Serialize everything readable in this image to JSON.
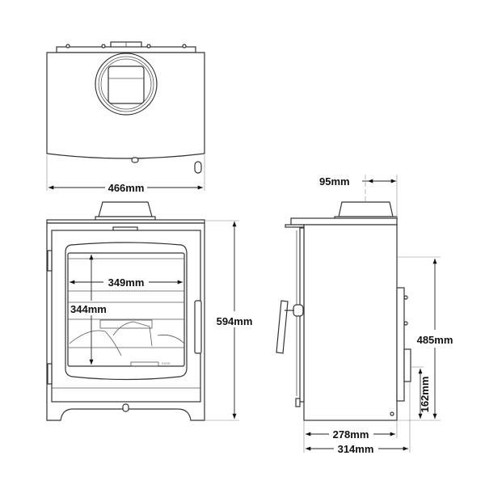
{
  "dimensions": {
    "width_top": "466mm",
    "height_total": "594mm",
    "window_width": "349mm",
    "window_height": "344mm",
    "flue_offset": "95mm",
    "rear_flue_height": "485mm",
    "rear_air_height": "162mm",
    "depth_body": "278mm",
    "depth_total": "314mm"
  },
  "branding": "ESSE"
}
